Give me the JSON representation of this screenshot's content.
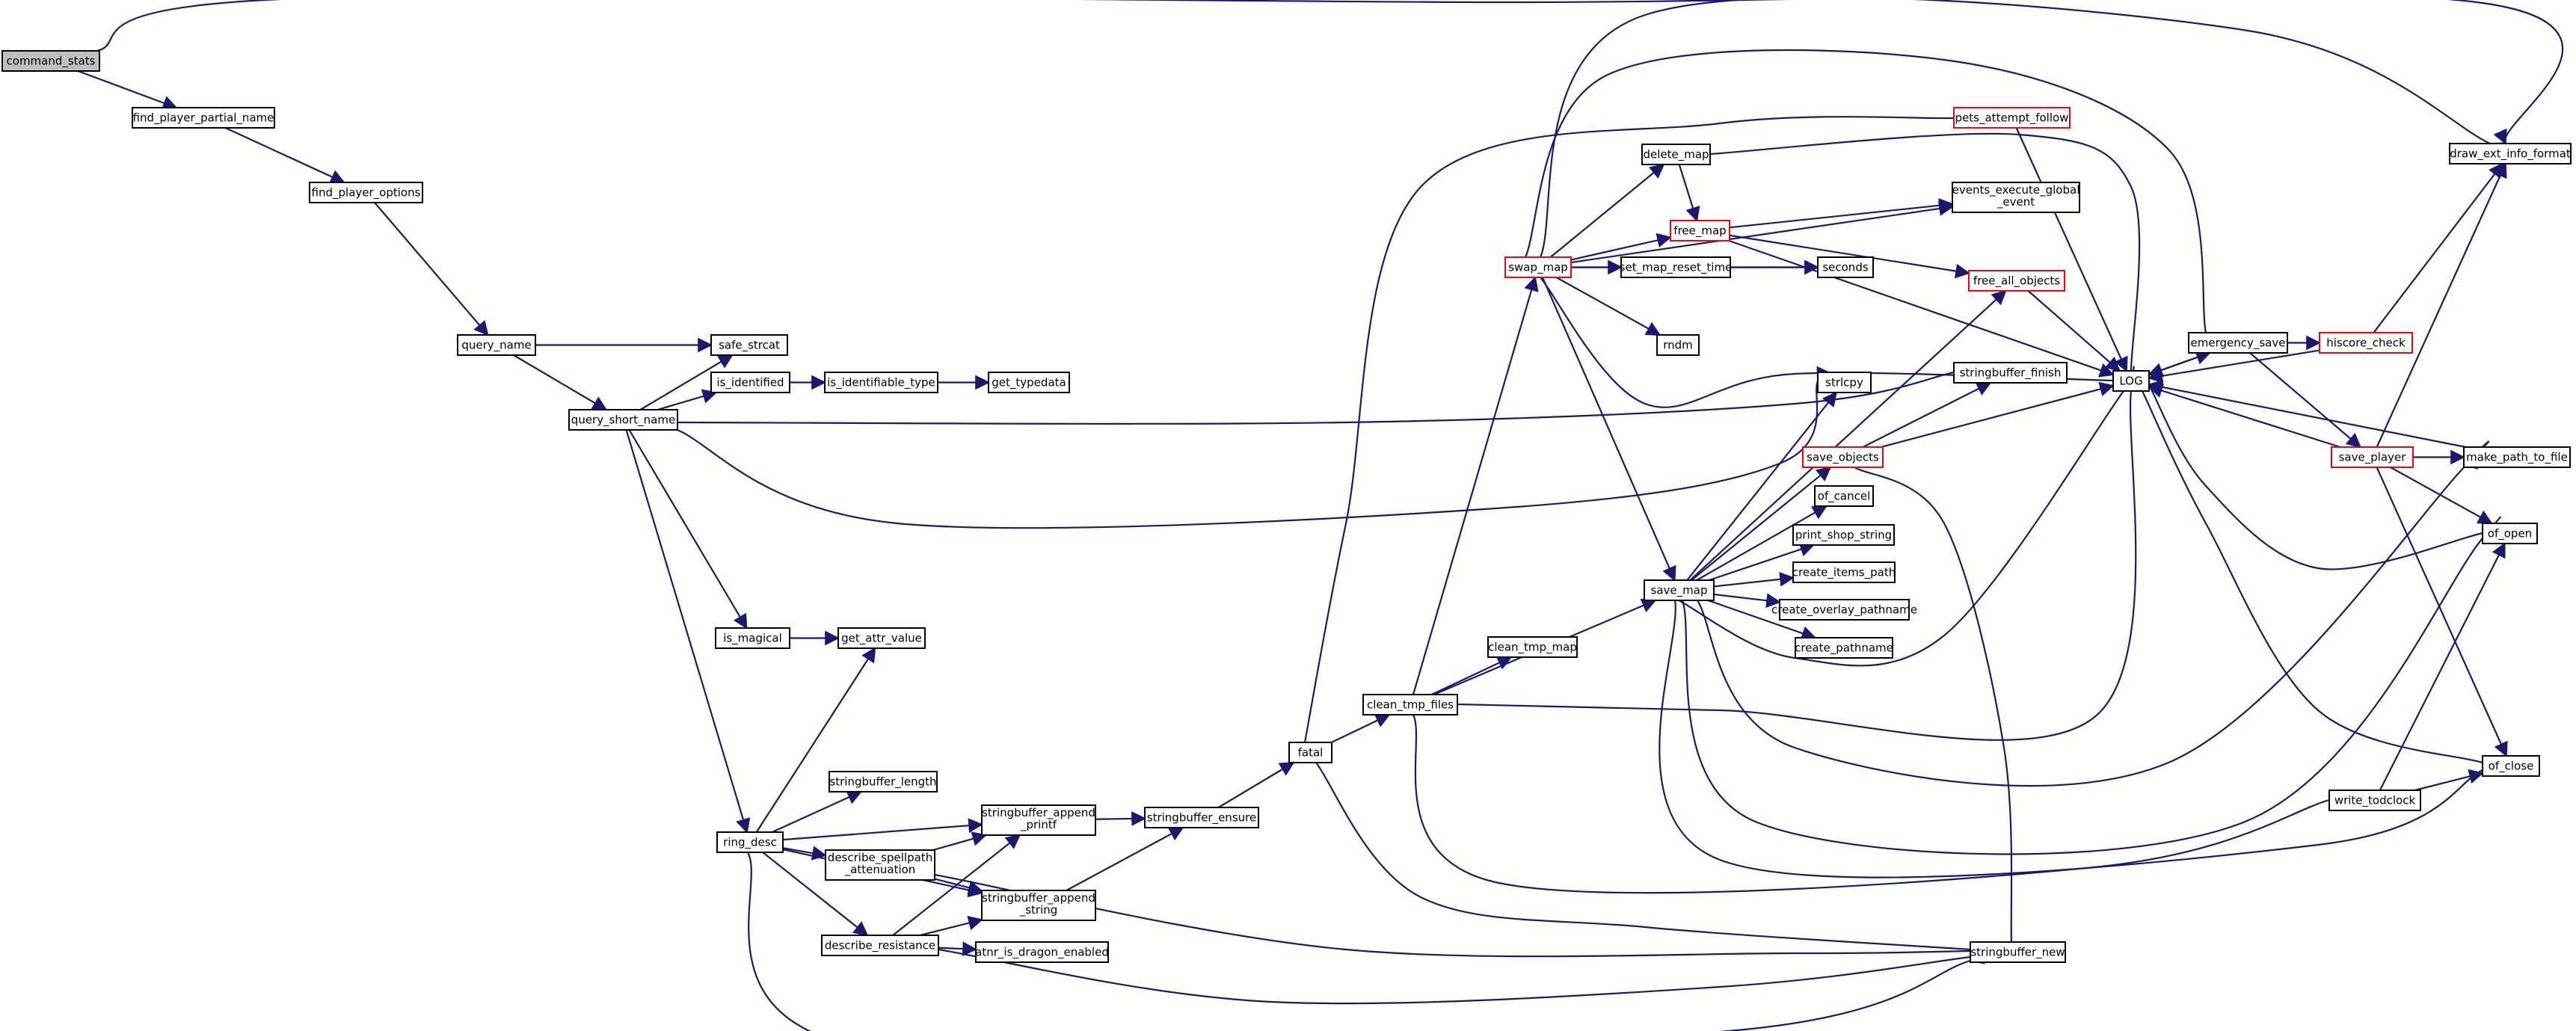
{
  "colors": {
    "edge": "#191970",
    "border_default": "#000000",
    "border_truncated": "#ff0000",
    "root_fill": "#bfbfbf",
    "node_fill": "#ffffff",
    "text": "#000000"
  },
  "nodes": [
    {
      "id": "command_stats",
      "lines": [
        "command_stats"
      ],
      "root": true
    },
    {
      "id": "find_player_partial_name",
      "lines": [
        "find_player_partial_name"
      ]
    },
    {
      "id": "find_player_options",
      "lines": [
        "find_player_options"
      ]
    },
    {
      "id": "query_name",
      "lines": [
        "query_name"
      ]
    },
    {
      "id": "query_short_name",
      "lines": [
        "query_short_name"
      ]
    },
    {
      "id": "safe_strcat",
      "lines": [
        "safe_strcat"
      ]
    },
    {
      "id": "is_identified",
      "lines": [
        "is_identified"
      ]
    },
    {
      "id": "is_identifiable_type",
      "lines": [
        "is_identifiable_type"
      ]
    },
    {
      "id": "get_typedata",
      "lines": [
        "get_typedata"
      ]
    },
    {
      "id": "is_magical",
      "lines": [
        "is_magical"
      ]
    },
    {
      "id": "get_attr_value",
      "lines": [
        "get_attr_value"
      ]
    },
    {
      "id": "ring_desc",
      "lines": [
        "ring_desc"
      ]
    },
    {
      "id": "stringbuffer_length",
      "lines": [
        "stringbuffer_length"
      ]
    },
    {
      "id": "stringbuffer_append_printf",
      "lines": [
        "stringbuffer_append",
        "_printf"
      ]
    },
    {
      "id": "describe_spellpath_attenuation",
      "lines": [
        "describe_spellpath",
        "_attenuation"
      ]
    },
    {
      "id": "stringbuffer_append_string",
      "lines": [
        "stringbuffer_append",
        "_string"
      ]
    },
    {
      "id": "describe_resistance",
      "lines": [
        "describe_resistance"
      ]
    },
    {
      "id": "atnr_is_dragon_enabled",
      "lines": [
        "atnr_is_dragon_enabled"
      ]
    },
    {
      "id": "stringbuffer_ensure",
      "lines": [
        "stringbuffer_ensure"
      ]
    },
    {
      "id": "fatal",
      "lines": [
        "fatal"
      ]
    },
    {
      "id": "clean_tmp_files",
      "lines": [
        "clean_tmp_files"
      ]
    },
    {
      "id": "clean_tmp_map",
      "lines": [
        "clean_tmp_map"
      ]
    },
    {
      "id": "swap_map",
      "lines": [
        "swap_map"
      ],
      "truncated": true
    },
    {
      "id": "delete_map",
      "lines": [
        "delete_map"
      ]
    },
    {
      "id": "free_map",
      "lines": [
        "free_map"
      ],
      "truncated": true
    },
    {
      "id": "set_map_reset_time",
      "lines": [
        "set_map_reset_time"
      ]
    },
    {
      "id": "rndm",
      "lines": [
        "rndm"
      ]
    },
    {
      "id": "save_map",
      "lines": [
        "save_map"
      ]
    },
    {
      "id": "pets_attempt_follow",
      "lines": [
        "pets_attempt_follow"
      ],
      "truncated": true
    },
    {
      "id": "events_execute_global_event",
      "lines": [
        "events_execute_global",
        "_event"
      ]
    },
    {
      "id": "seconds",
      "lines": [
        "seconds"
      ]
    },
    {
      "id": "free_all_objects",
      "lines": [
        "free_all_objects"
      ],
      "truncated": true
    },
    {
      "id": "stringbuffer_finish",
      "lines": [
        "stringbuffer_finish"
      ]
    },
    {
      "id": "strlcpy",
      "lines": [
        "strlcpy"
      ]
    },
    {
      "id": "save_objects",
      "lines": [
        "save_objects"
      ],
      "truncated": true
    },
    {
      "id": "of_cancel",
      "lines": [
        "of_cancel"
      ]
    },
    {
      "id": "print_shop_string",
      "lines": [
        "print_shop_string"
      ]
    },
    {
      "id": "create_items_path",
      "lines": [
        "create_items_path"
      ]
    },
    {
      "id": "create_overlay_pathname",
      "lines": [
        "create_overlay_pathname"
      ]
    },
    {
      "id": "create_pathname",
      "lines": [
        "create_pathname"
      ]
    },
    {
      "id": "stringbuffer_new",
      "lines": [
        "stringbuffer_new"
      ]
    },
    {
      "id": "LOG",
      "lines": [
        "LOG"
      ]
    },
    {
      "id": "emergency_save",
      "lines": [
        "emergency_save"
      ]
    },
    {
      "id": "hiscore_check",
      "lines": [
        "hiscore_check"
      ],
      "truncated": true
    },
    {
      "id": "save_player",
      "lines": [
        "save_player"
      ],
      "truncated": true
    },
    {
      "id": "draw_ext_info_format",
      "lines": [
        "draw_ext_info_format"
      ]
    },
    {
      "id": "make_path_to_file",
      "lines": [
        "make_path_to_file"
      ]
    },
    {
      "id": "of_open",
      "lines": [
        "of_open"
      ]
    },
    {
      "id": "of_close",
      "lines": [
        "of_close"
      ]
    },
    {
      "id": "write_todclock",
      "lines": [
        "write_todclock"
      ]
    }
  ]
}
